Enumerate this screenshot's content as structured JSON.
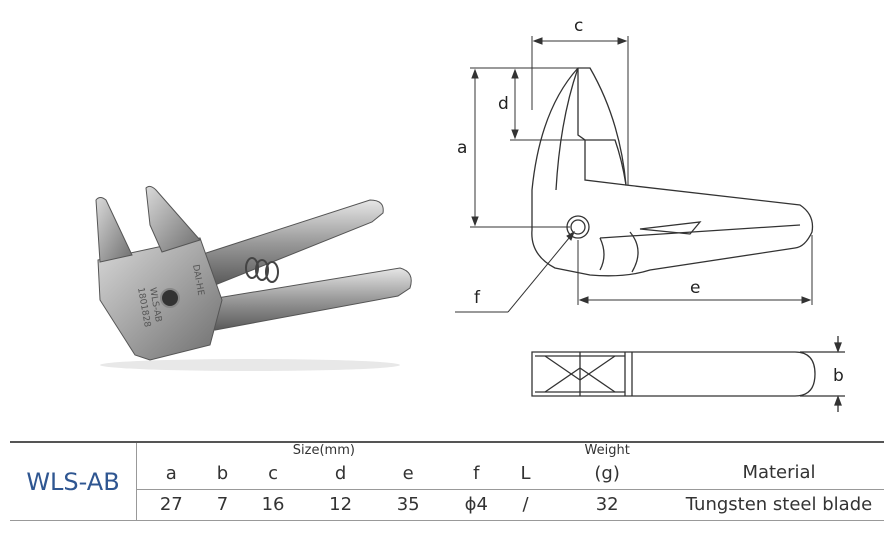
{
  "dimension_labels": [
    "a",
    "b",
    "c",
    "d",
    "e",
    "f"
  ],
  "photo_engraving": [
    "DAI-HE",
    "WLS-AB",
    "1801828"
  ],
  "table": {
    "model": "WLS-AB",
    "size_header": "Size(mm)",
    "weight_header": "Weight",
    "columns": [
      "a",
      "b",
      "c",
      "d",
      "e",
      "f",
      "L",
      "(g)"
    ],
    "material_header": "Material",
    "values": [
      "27",
      "7",
      "16",
      "12",
      "35",
      "ϕ4",
      "/",
      "32"
    ],
    "material": "Tungsten steel blade"
  }
}
